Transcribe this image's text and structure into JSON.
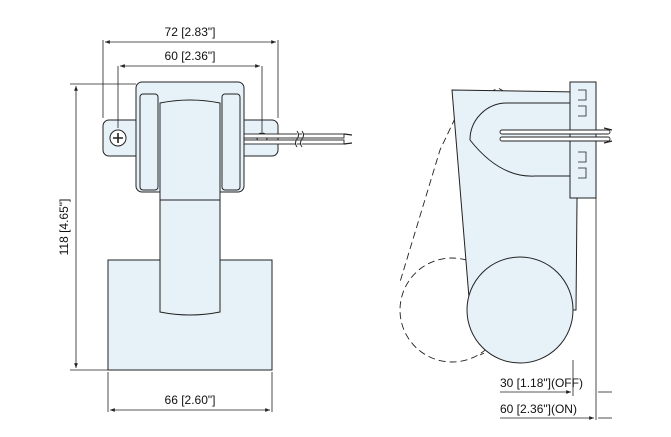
{
  "dimensions": {
    "overall_width": "72 [2.83\"]",
    "mount_width": "60 [2.36\"]",
    "height": "118 [4.65\"]",
    "float_width": "66 [2.60\"]",
    "off_offset": "30 [1.18\"](OFF)",
    "on_offset": "60 [2.36\"](ON)"
  },
  "colors": {
    "part_fill": "#e6f1f8",
    "line": "#222222"
  }
}
